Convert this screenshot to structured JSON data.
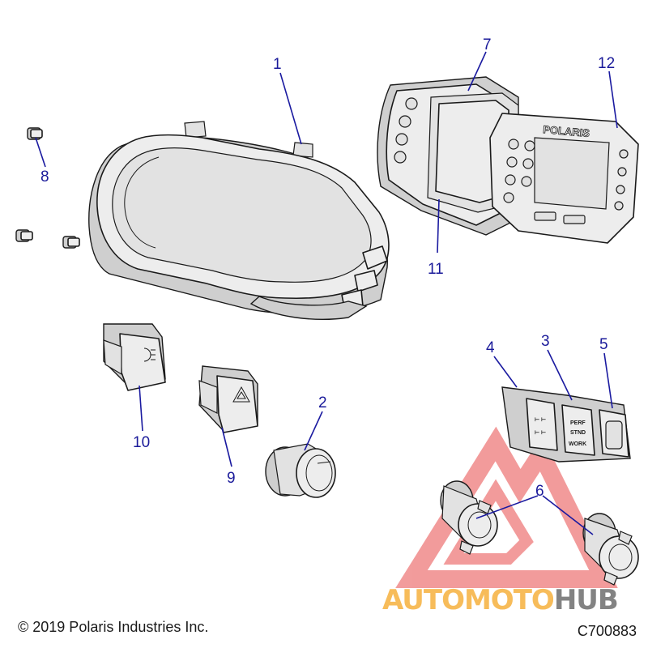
{
  "callouts": {
    "c1": "1",
    "c2": "2",
    "c3": "3",
    "c4": "4",
    "c5": "5",
    "c6": "6",
    "c7": "7",
    "c8": "8",
    "c9": "9",
    "c10": "10",
    "c11": "11",
    "c12": "12"
  },
  "part_text": {
    "bezel_brand": "POLARIS",
    "mode_switch_lines": [
      "PERF",
      "STND",
      "WORK"
    ]
  },
  "watermark": {
    "part_a": "AUTOMOTO",
    "part_b": "HUB",
    "color_a": "#f5a623",
    "color_b": "#5a5a5a",
    "logo_color": "#e84a4a"
  },
  "footer": {
    "copyright": "© 2019 Polaris Industries Inc.",
    "drawing_number": "C700883"
  },
  "colors": {
    "callout": "#1a1a9a",
    "leader": "#1a1aa0",
    "line": "#1a1a1a"
  }
}
